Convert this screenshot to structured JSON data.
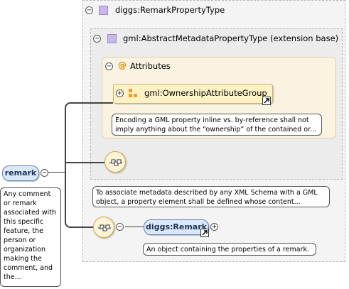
{
  "complex_type": {
    "name": "diggs:RemarkPropertyType"
  },
  "extension": {
    "label": "gml:AbstractMetadataPropertyType (extension base)"
  },
  "attributes": {
    "at_symbol": "@",
    "label": "Attributes",
    "group": {
      "name": "gml:OwnershipAttributeGroup",
      "documentation": "Encoding a GML property inline vs. by-reference shall not imply anything about the “ownership” of the contained or..."
    }
  },
  "sequence_note": "To associate metadata described by any XML Schema with a GML object, a property element shall be defined whose content...",
  "root_element": {
    "name": "remark",
    "documentation": "Any comment or remark associated with this specific feature, the person or organization making the comment, and the..."
  },
  "child_element": {
    "name": "diggs:Remark",
    "documentation": "An object containing the properties of a remark."
  },
  "icons": {
    "collapse": "minus-circle",
    "expand": "plus-circle",
    "type": "lavender-square",
    "attribute_group": "orange-squares",
    "sequence": "sequence-compositor",
    "reference": "arrow-ne"
  },
  "colors": {
    "type_square": "#c7b6e8",
    "attribute_orange": "#f0a020",
    "element_fill": "#dbe8fa",
    "group_fill": "#fdf1c6"
  }
}
